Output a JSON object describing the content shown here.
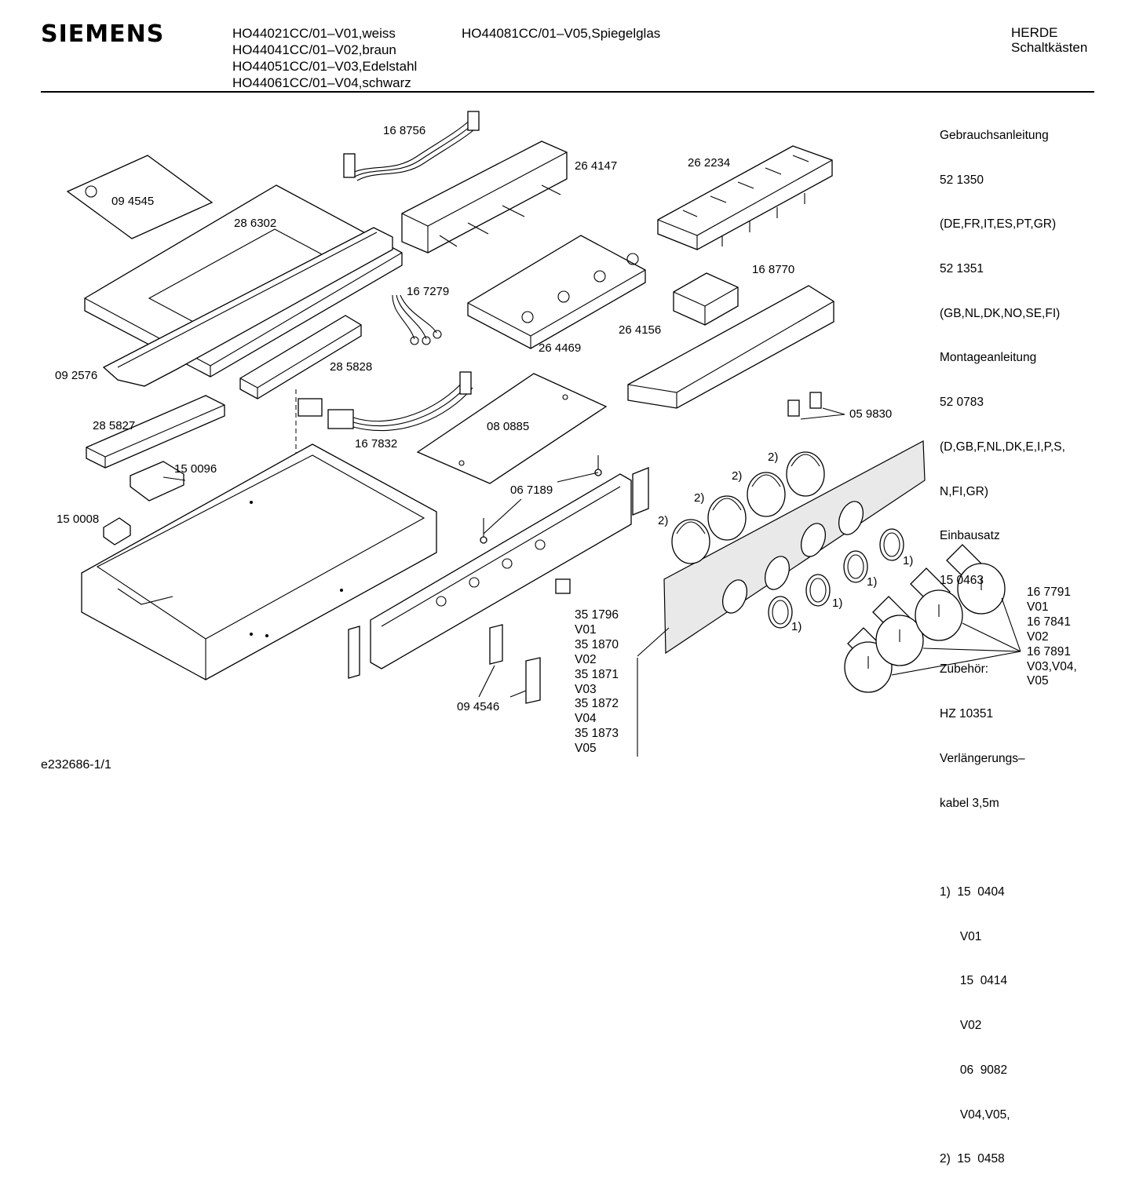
{
  "header": {
    "brand": "SIEMENS",
    "models": [
      "HO44021CC/01–V01,weiss",
      "HO44041CC/01–V02,braun",
      "HO44051CC/01–V03,Edelstahl",
      "HO44061CC/01–V04,schwarz"
    ],
    "model_extra": "HO44081CC/01–V05,Spiegelglas",
    "category": "HERDE",
    "subcategory": "Schaltkästen"
  },
  "side_notes": {
    "lines": [
      "Gebrauchsanleitung",
      "52 1350",
      "(DE,FR,IT,ES,PT,GR)",
      "52 1351",
      "(GB,NL,DK,NO,SE,FI)",
      "Montageanleitung",
      "52 0783",
      "(D,GB,F,NL,DK,E,I,P,S,",
      "N,FI,GR)",
      "Einbausatz",
      "15 0463",
      "",
      "Zubehör:",
      "HZ 10351",
      "Verlängerungs–",
      "kabel 3,5m",
      "",
      "1)  15  0404",
      "      V01",
      "      15  0414",
      "      V02",
      "      06  9082",
      "      V04,V05,",
      "2)  15  0458"
    ]
  },
  "part_labels": {
    "p168756": "16 8756",
    "p264147": "26 4147",
    "p262234": "26 2234",
    "p094545": "09 4545",
    "p286302": "28 6302",
    "p167279": "16 7279",
    "p168770": "16 8770",
    "p264469": "26 4469",
    "p264156": "26 4156",
    "p092576": "09 2576",
    "p285828": "28 5828",
    "p059830": "05 9830",
    "p285827": "28 5827",
    "p167832": "16 7832",
    "p080885": "08 0885",
    "p150096": "15 0096",
    "p067189": "06 7189",
    "p150008": "15 0008",
    "p094546": "09 4546"
  },
  "footnote_marks": {
    "one": "1)",
    "two": "2)"
  },
  "panel_variants": [
    "35 1796",
    "V01",
    "35 1870",
    "V02",
    "35 1871",
    "V03",
    "35 1872",
    "V04",
    "35 1873",
    "V05"
  ],
  "knob_variants": [
    "16 7791",
    "V01",
    "16 7841",
    "V02",
    "16 7891",
    "V03,V04,",
    "V05"
  ],
  "footer": {
    "drawing_id": "e232686-1/1"
  }
}
